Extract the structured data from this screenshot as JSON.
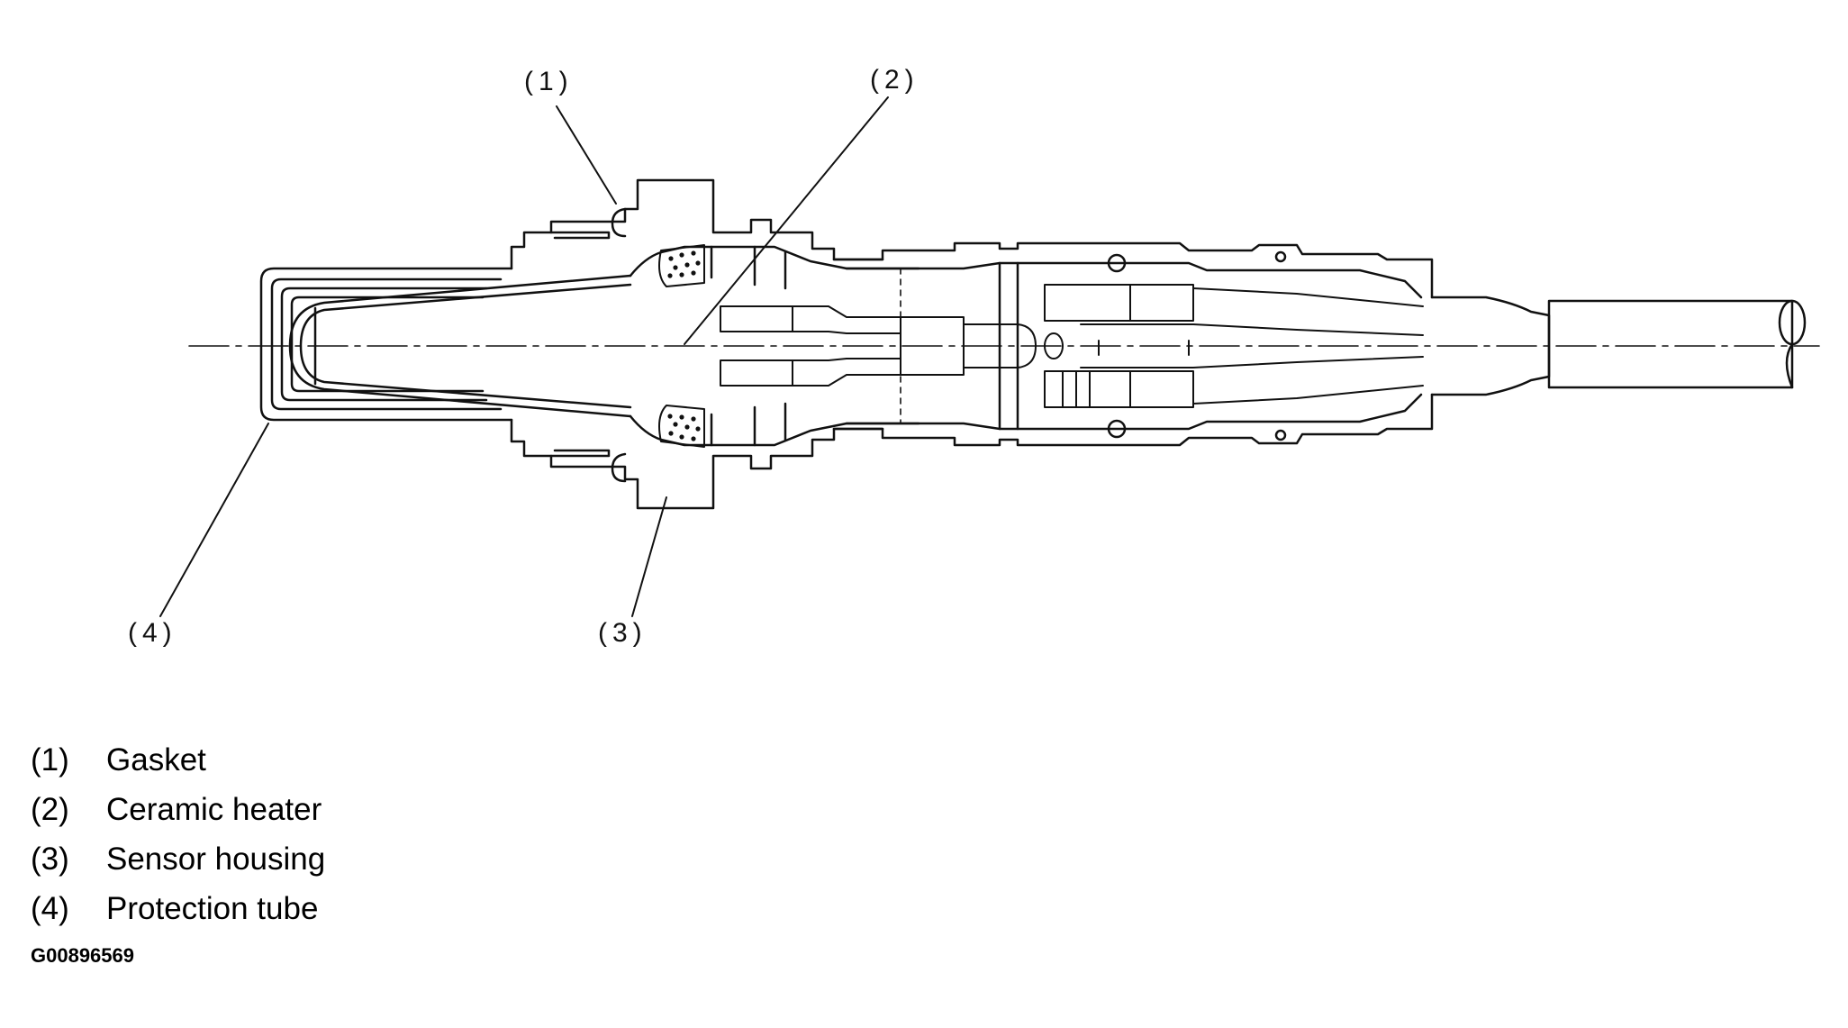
{
  "callouts": {
    "c1": "(1)",
    "c2": "(2)",
    "c3": "(3)",
    "c4": "(4)"
  },
  "legend": [
    {
      "num": "(1)",
      "text": "Gasket"
    },
    {
      "num": "(2)",
      "text": "Ceramic heater"
    },
    {
      "num": "(3)",
      "text": "Sensor housing"
    },
    {
      "num": "(4)",
      "text": "Protection tube"
    }
  ],
  "figure_id": "G00896569"
}
